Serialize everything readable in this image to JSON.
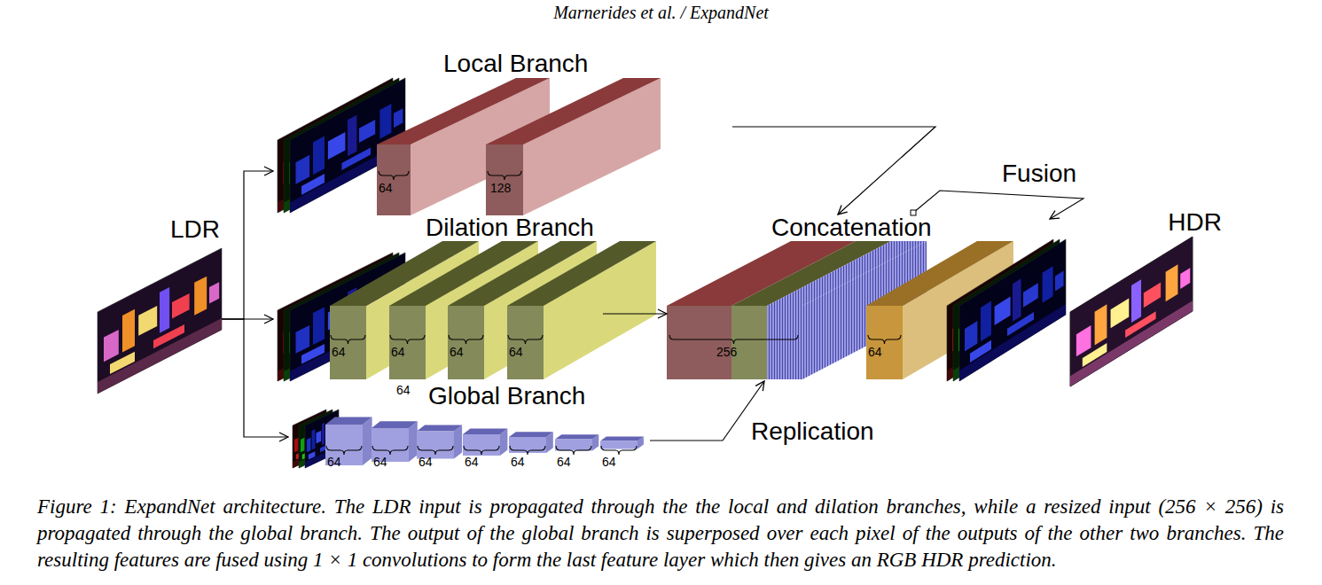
{
  "diagram": {
    "title": "Marnerides et al. / ExpandNet",
    "caption": "Figure 1: ExpandNet architecture. The LDR input is propagated through the the local and dilation branches, while a resized input (256 × 256) is propagated through the global branch. The output of the global branch is superposed over each pixel of the outputs of the other two branches. The resulting features are fused using 1 × 1 convolutions to form the last feature layer which then gives an RGB HDR prediction.",
    "nodes": [
      {
        "text": [
          "LDR"
        ]
      },
      {
        "text": [
          "Local Branch"
        ]
      },
      {
        "text": [
          "Dilation Branch"
        ]
      },
      {
        "text": [
          "Global Branch"
        ]
      },
      {
        "text": [
          "Concatenation"
        ]
      },
      {
        "text": [
          "HDR"
        ]
      }
    ],
    "edges": [
      {
        "from": 0,
        "to": 1,
        "arrow": "to"
      },
      {
        "from": 0,
        "to": 2,
        "arrow": "to"
      },
      {
        "from": 0,
        "to": 3,
        "arrow": "to"
      },
      {
        "from": 1,
        "to": 4,
        "arrow": "to"
      },
      {
        "from": 2,
        "to": 4,
        "arrow": "to"
      },
      {
        "from": 3,
        "to": 4,
        "label": "Replication",
        "arrow": "to"
      }
    ],
    "labels": [
      "64",
      "128",
      "Fusion",
      "64",
      "64",
      "64",
      "64",
      "256",
      "64",
      "64",
      "64",
      "64",
      "64",
      "64",
      "64",
      "64",
      "64"
    ]
  }
}
